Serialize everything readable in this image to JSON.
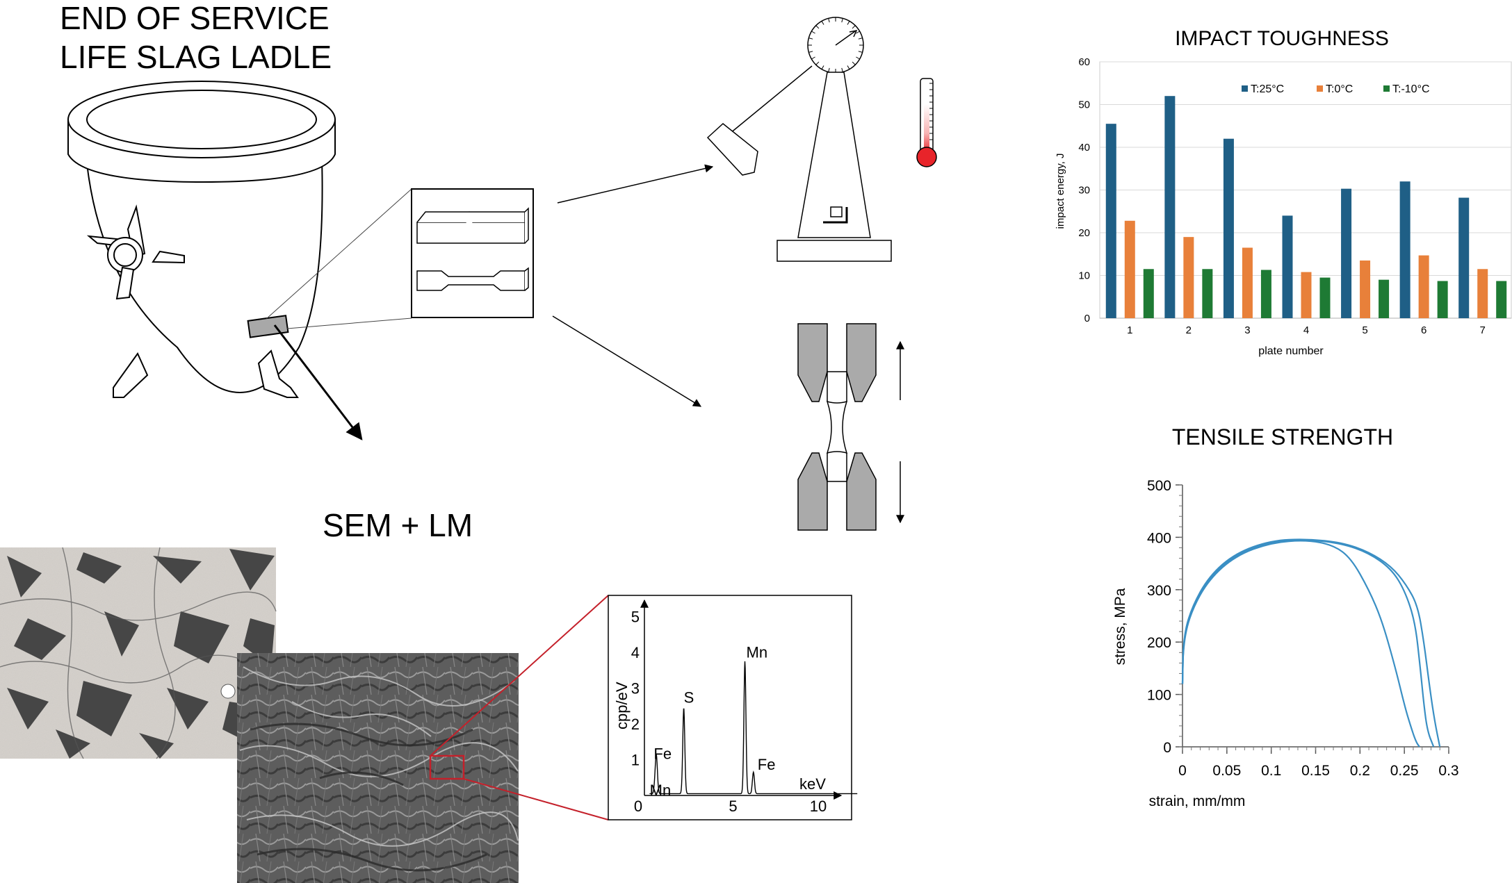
{
  "title_lines": [
    "END OF SERVICE",
    "LIFE SLAG LADLE"
  ],
  "sem_lm_label": "SEM + LM",
  "eds": {
    "ylabel": "cpp/eV",
    "xlabel": "keV",
    "y_ticks": [
      "5",
      "4",
      "3",
      "2",
      "1"
    ],
    "x_ticks": [
      "0",
      "5",
      "10"
    ],
    "peaks": [
      {
        "label": "Mn",
        "energy": 0.64,
        "height": 0.35
      },
      {
        "label": "Fe",
        "energy": 0.71,
        "height": 0.9
      },
      {
        "label": "S",
        "energy": 2.31,
        "height": 2.4
      },
      {
        "label": "Mn",
        "energy": 5.9,
        "height": 3.7
      },
      {
        "label": "Fe",
        "energy": 6.4,
        "height": 0.6
      }
    ]
  },
  "chart_data": [
    {
      "type": "bar",
      "title": "IMPACT TOUGHNESS",
      "xlabel": "plate number",
      "ylabel": "impact energy, J",
      "ylim": [
        0,
        60
      ],
      "y_ticks": [
        0,
        10,
        20,
        30,
        40,
        50,
        60
      ],
      "categories": [
        "1",
        "2",
        "3",
        "4",
        "5",
        "6",
        "7"
      ],
      "legend_position": "top",
      "series": [
        {
          "name": "T:25°C",
          "color": "#1f5f86",
          "values": [
            45.5,
            52,
            42,
            24,
            30.3,
            32,
            28.2
          ]
        },
        {
          "name": "T:0°C",
          "color": "#e8803a",
          "values": [
            22.8,
            19,
            16.5,
            10.8,
            13.5,
            14.7,
            11.5
          ]
        },
        {
          "name": "T:-10°C",
          "color": "#1e7a34",
          "values": [
            11.5,
            11.5,
            11.3,
            9.5,
            9,
            8.7,
            8.7
          ]
        }
      ]
    },
    {
      "type": "line",
      "title": "TENSILE STRENGTH",
      "xlabel": "strain, mm/mm",
      "ylabel": "stress, MPa",
      "xlim": [
        0,
        0.3
      ],
      "ylim": [
        0,
        500
      ],
      "x_ticks": [
        "0",
        "0.05",
        "0.1",
        "0.15",
        "0.2",
        "0.25",
        "0.3"
      ],
      "y_ticks": [
        "0",
        "100",
        "200",
        "300",
        "400",
        "500"
      ],
      "color": "#3a8fc4",
      "series": [
        {
          "x": [
            0,
            0.001,
            0.01,
            0.03,
            0.06,
            0.1,
            0.14,
            0.17,
            0.19,
            0.21,
            0.225,
            0.24,
            0.25,
            0.257,
            0.263,
            0.267
          ],
          "y": [
            120,
            200,
            260,
            320,
            365,
            390,
            395,
            385,
            360,
            300,
            240,
            150,
            80,
            40,
            10,
            0
          ]
        },
        {
          "x": [
            0,
            0.001,
            0.01,
            0.03,
            0.06,
            0.1,
            0.14,
            0.18,
            0.21,
            0.235,
            0.25,
            0.262,
            0.268,
            0.272,
            0.276,
            0.283
          ],
          "y": [
            120,
            205,
            262,
            323,
            368,
            392,
            396,
            388,
            370,
            340,
            300,
            240,
            150,
            80,
            30,
            0
          ]
        },
        {
          "x": [
            0,
            0.001,
            0.01,
            0.03,
            0.06,
            0.1,
            0.14,
            0.18,
            0.21,
            0.235,
            0.252,
            0.265,
            0.272,
            0.278,
            0.284,
            0.29
          ],
          "y": [
            120,
            208,
            265,
            326,
            370,
            394,
            397,
            390,
            372,
            345,
            310,
            270,
            200,
            120,
            50,
            0
          ]
        }
      ]
    }
  ]
}
